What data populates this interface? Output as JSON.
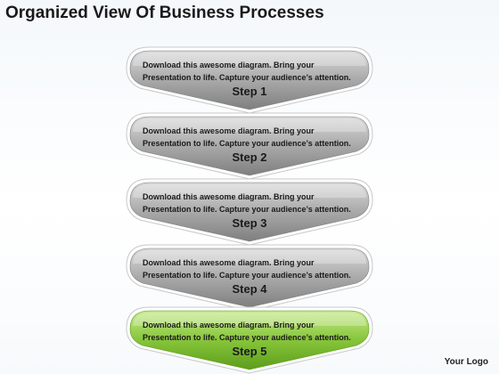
{
  "title": "Organized View Of Business Processes",
  "steps": [
    {
      "line1": "Download this awesome diagram. Bring your",
      "line2": "Presentation to life. Capture your audience’s attention.",
      "label": "Step 1",
      "color": "gray"
    },
    {
      "line1": "Download this awesome diagram. Bring your",
      "line2": "Presentation to life. Capture your audience’s attention.",
      "label": "Step 2",
      "color": "gray"
    },
    {
      "line1": "Download this awesome diagram. Bring your",
      "line2": "Presentation to life. Capture your audience’s attention.",
      "label": "Step 3",
      "color": "gray"
    },
    {
      "line1": "Download this awesome diagram. Bring your",
      "line2": "Presentation to life. Capture your audience’s attention.",
      "label": "Step 4",
      "color": "gray"
    },
    {
      "line1": "Download this awesome diagram. Bring your",
      "line2": "Presentation to life. Capture your audience’s attention.",
      "label": "Step 5",
      "color": "green"
    }
  ],
  "logo_text": "Your Logo",
  "colors": {
    "gray_light": "#d9d9d9",
    "gray_mid": "#a9a9a9",
    "gray_dark": "#7f7f7f",
    "green_light": "#c5ea8a",
    "green_mid": "#86c53a",
    "green_dark": "#5e9d1c",
    "outline": "#ffffff"
  }
}
